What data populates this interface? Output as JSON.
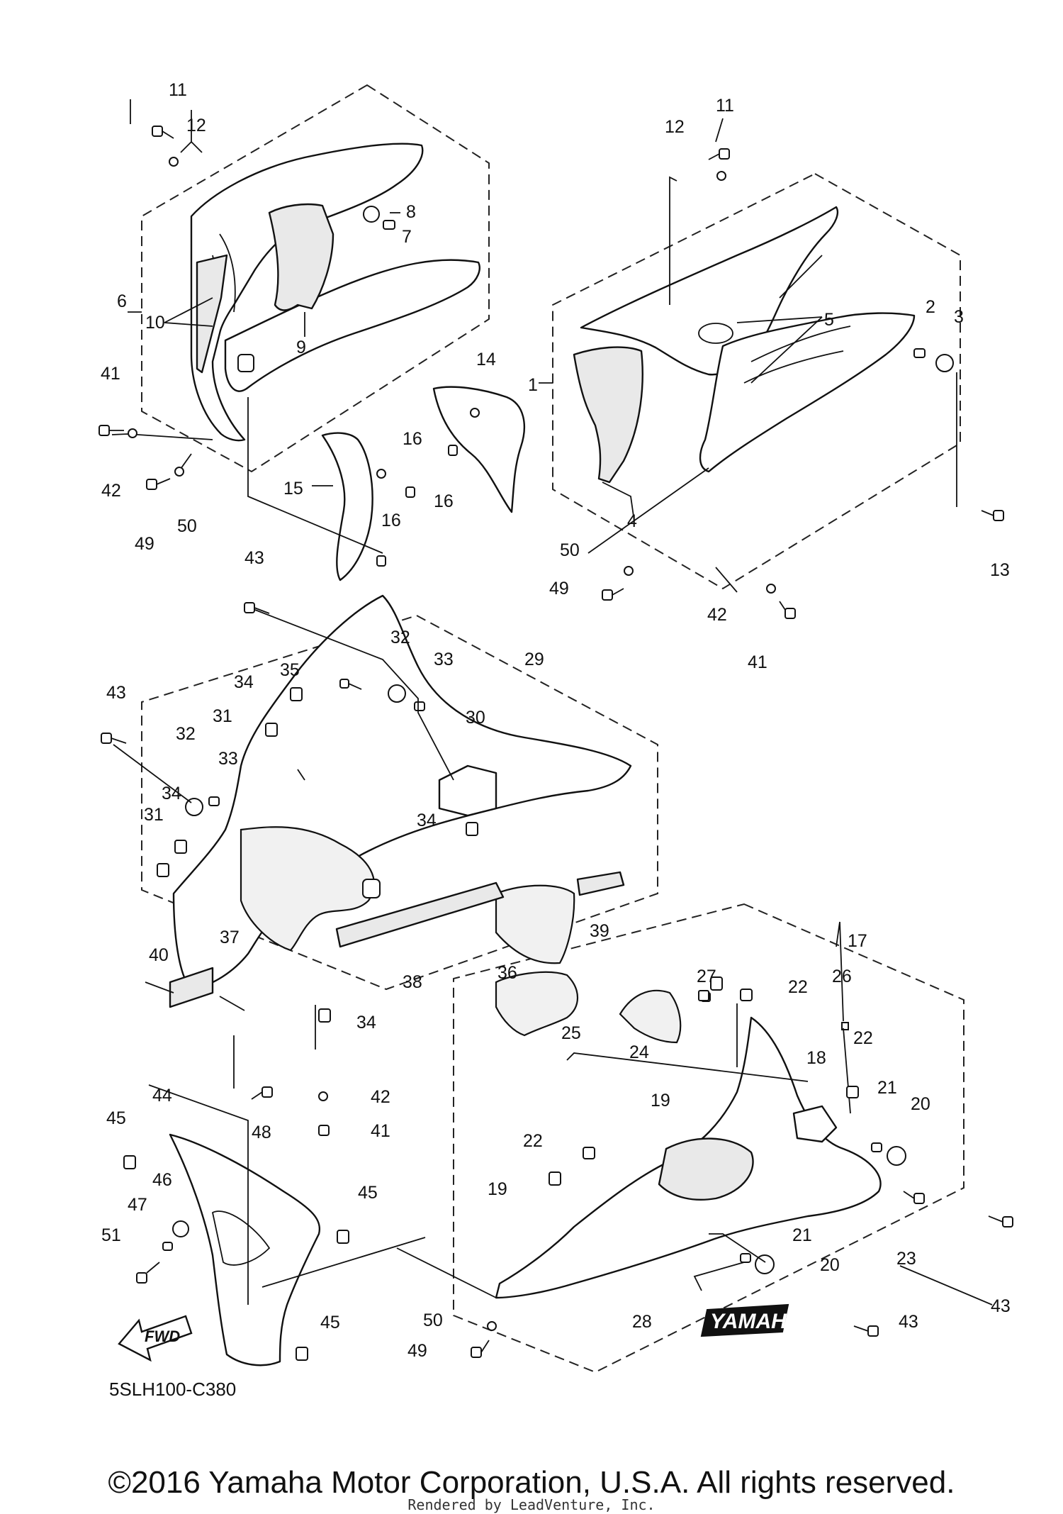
{
  "drawing_code": "5SLH100-C380",
  "fwd_label": "FWD",
  "decal_text": "YAMAHA",
  "copyright": "©2016 Yamaha Motor Corporation, U.S.A. All rights reserved.",
  "rendered_by": "Rendered by LeadVenture, Inc.",
  "callouts": {
    "c11a": "11",
    "c12a": "12",
    "c8": "8",
    "c7": "7",
    "c6": "6",
    "c10": "10",
    "c9": "9",
    "c41a": "41",
    "c42a": "42",
    "c49a": "49",
    "c50a": "50",
    "c15": "15",
    "c16a": "16",
    "c16b": "16",
    "c16c": "16",
    "c14": "14",
    "c11b": "11",
    "c12b": "12",
    "c5": "5",
    "c1": "1",
    "c2": "2",
    "c3": "3",
    "c4": "4",
    "c13": "13",
    "c50b": "50",
    "c49b": "49",
    "c42b": "42",
    "c41b": "41",
    "c43a": "43",
    "c43b": "43",
    "c32a": "32",
    "c33a": "33",
    "c29": "29",
    "c35": "35",
    "c34a": "34",
    "c30": "30",
    "c31a": "31",
    "c32b": "32",
    "c33b": "33",
    "c34b": "34",
    "c31b": "31",
    "c34c": "34",
    "c37": "37",
    "c38": "38",
    "c36": "36",
    "c39": "39",
    "c40": "40",
    "c34d": "34",
    "c42c": "42",
    "c41c": "41",
    "c48": "48",
    "c17": "17",
    "c26": "26",
    "c27": "27",
    "c22a": "22",
    "c25": "25",
    "c24": "24",
    "c18": "18",
    "c22b": "22",
    "c19a": "19",
    "c21a": "21",
    "c20a": "20",
    "c22c": "22",
    "c19b": "19",
    "c23": "23",
    "c43c": "43",
    "c21b": "21",
    "c20b": "20",
    "c28": "28",
    "c43d": "43",
    "c50c": "50",
    "c49c": "49",
    "c45a": "45",
    "c44": "44",
    "c46": "46",
    "c47": "47",
    "c51": "51",
    "c45b": "45",
    "c45c": "45"
  }
}
